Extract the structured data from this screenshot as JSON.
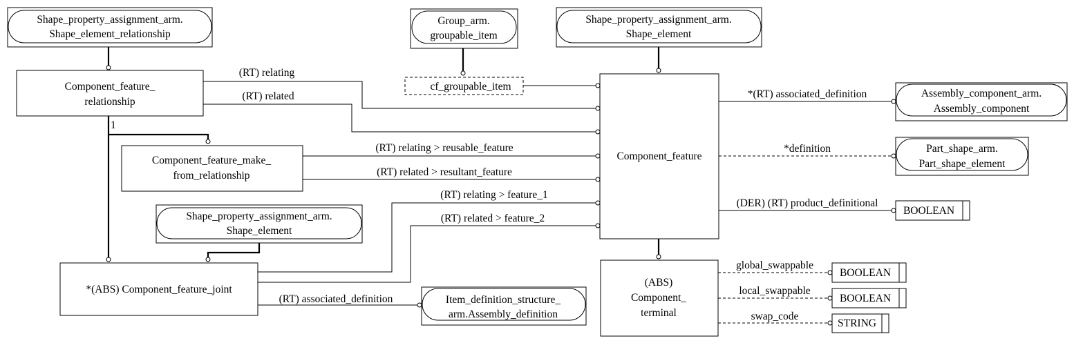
{
  "entities": {
    "component_feature": [
      "Component_feature"
    ],
    "component_feature_relationship": [
      "Component_feature_",
      "relationship"
    ],
    "component_feature_make_from_relationship": [
      "Component_feature_make_",
      "from_relationship"
    ],
    "component_feature_joint": [
      "*(ABS) Component_feature_joint"
    ],
    "component_terminal": [
      "(ABS)",
      "Component_",
      "terminal"
    ]
  },
  "references": {
    "shape_element_relationship": [
      "Shape_property_assignment_arm.",
      "Shape_element_relationship"
    ],
    "groupable_item": [
      "Group_arm.",
      "groupable_item"
    ],
    "shape_element_top": [
      "Shape_property_assignment_arm.",
      "Shape_element"
    ],
    "shape_element_mid": [
      "Shape_property_assignment_arm.",
      "Shape_element"
    ],
    "assembly_component": [
      "Assembly_component_arm.",
      "Assembly_component"
    ],
    "part_shape_element": [
      "Part_shape_arm.",
      "Part_shape_element"
    ],
    "assembly_definition": [
      "Item_definition_structure_",
      "arm.Assembly_definition"
    ]
  },
  "select_types": {
    "cf_groupable_item": "cf_groupable_item"
  },
  "types": {
    "boolean_1": "BOOLEAN",
    "boolean_2": "BOOLEAN",
    "boolean_3": "BOOLEAN",
    "string_1": "STRING"
  },
  "relation_labels": {
    "relating": "(RT) relating",
    "related": "(RT) related",
    "relating_reusable": "(RT) relating > reusable_feature",
    "related_resultant": "(RT) related > resultant_feature",
    "relating_feature_1": "(RT) relating > feature_1",
    "related_feature_2": "(RT) related > feature_2",
    "associated_definition_joint": "(RT) associated_definition",
    "associated_definition_cf": "*(RT) associated_definition",
    "definition": "*definition",
    "product_definitional": "(DER) (RT) product_definitional",
    "global_swappable": "global_swappable",
    "local_swappable": "local_swappable",
    "swap_code": "swap_code",
    "cardinality_one": "1"
  }
}
